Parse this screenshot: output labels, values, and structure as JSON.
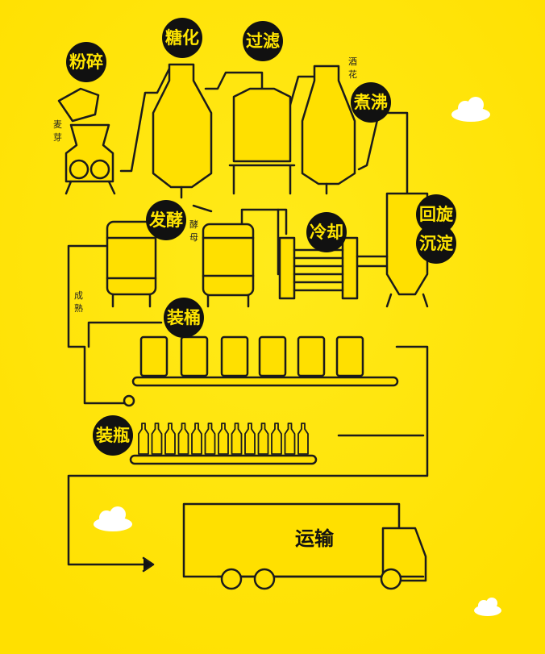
{
  "colors": {
    "background": "#FFE500",
    "line": "#1b1b1b",
    "badge": "#111111"
  },
  "steps": {
    "milling": "粉碎",
    "mashing": "糖化",
    "filtering": "过滤",
    "boiling": "煮沸",
    "whirlpool_1": "回旋",
    "whirlpool_2": "沉淀",
    "cooling": "冷却",
    "fermentation": "发酵",
    "kegging": "装桶",
    "bottling": "装瓶",
    "transport": "运输"
  },
  "inputs": {
    "malt": [
      "麦",
      "芽"
    ],
    "hops": [
      "酒",
      "花"
    ],
    "yeast": [
      "酵",
      "母"
    ],
    "maturation": [
      "成",
      "熟"
    ]
  }
}
